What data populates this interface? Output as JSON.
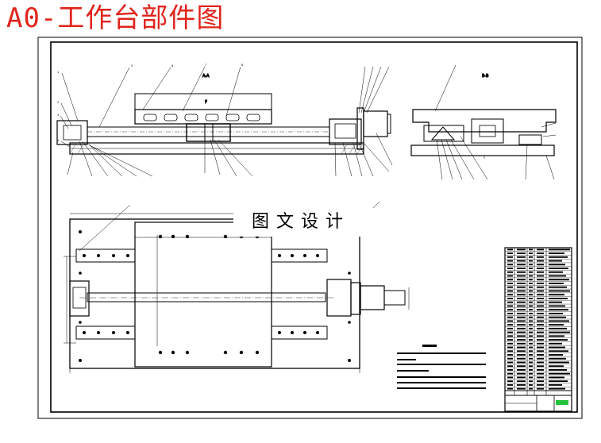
{
  "title": "A0-工作台部件图",
  "watermark": "图文设计",
  "colors": {
    "title": "#e0241c",
    "line": "#000000",
    "hatch": "#555555",
    "titleblock_green": "#23c23a"
  },
  "views": {
    "section_a_label": "A-A",
    "section_b_label": "B-B"
  }
}
